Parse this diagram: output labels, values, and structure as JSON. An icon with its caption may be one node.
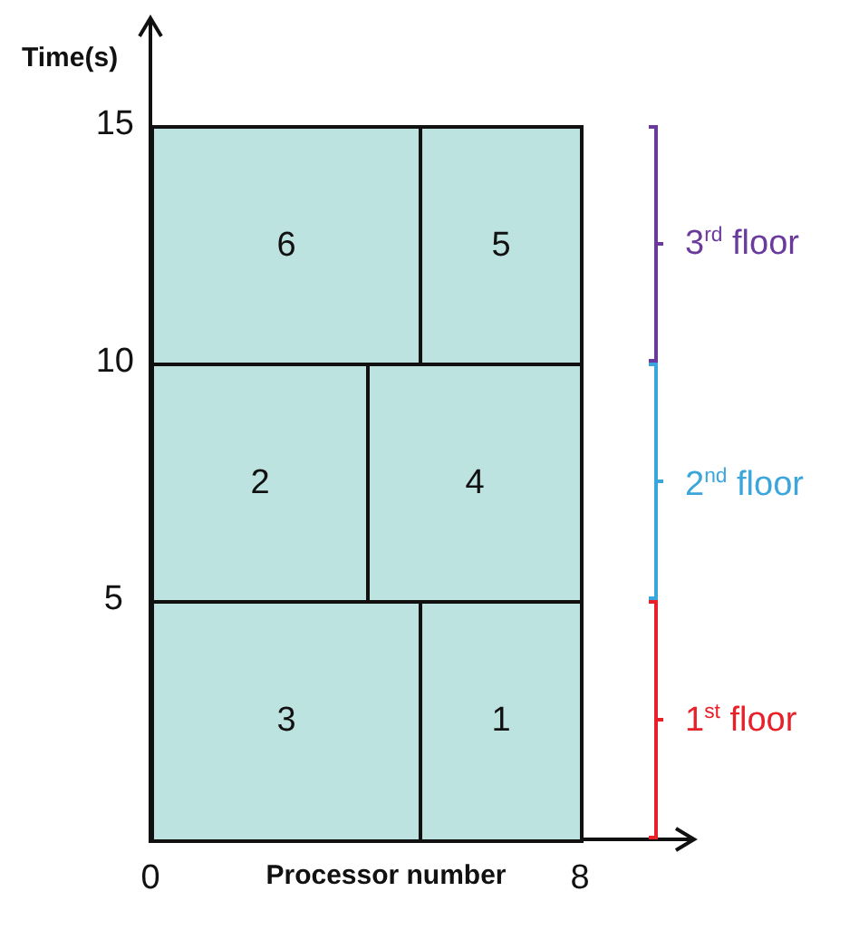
{
  "diagram": {
    "nodes": [
      {
        "text": [
          "6"
        ]
      },
      {
        "text": [
          "5"
        ]
      },
      {
        "text": [
          "2"
        ]
      },
      {
        "text": [
          "4"
        ]
      },
      {
        "text": [
          "3"
        ]
      },
      {
        "text": [
          "1"
        ]
      }
    ],
    "labels": [
      "Time(s)",
      "15",
      "3$^{rd}$ floor",
      "10",
      "2$^{nd}$ floor",
      "5",
      "1$^{st}$ floor",
      "0",
      "Processor number",
      "8"
    ]
  }
}
